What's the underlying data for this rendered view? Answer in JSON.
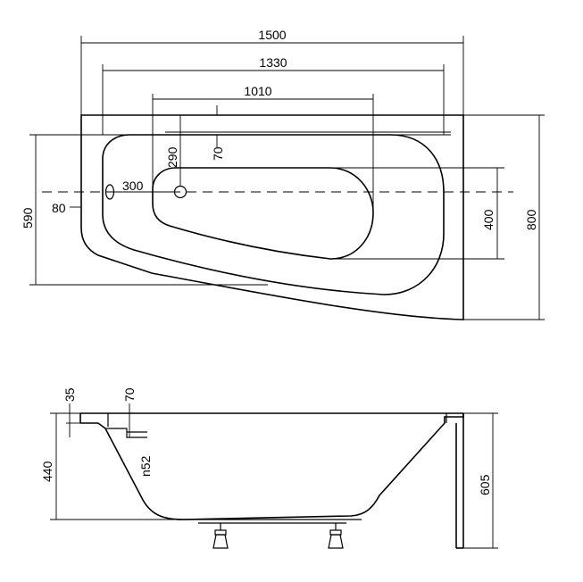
{
  "top_view": {
    "overall_length": "1500",
    "inner_length": "1330",
    "bottom_length": "1010",
    "overall_width": "800",
    "inner_width": "590",
    "bottom_width": "400",
    "drain_offset_long": "290",
    "drain_offset_short": "70",
    "drain_from_rim": "300",
    "rim_to_overflow": "80"
  },
  "side_view": {
    "rim_thickness": "35",
    "drain_depth": "70",
    "inner_height": "440",
    "overall_height": "605",
    "drain_size": "n52"
  }
}
